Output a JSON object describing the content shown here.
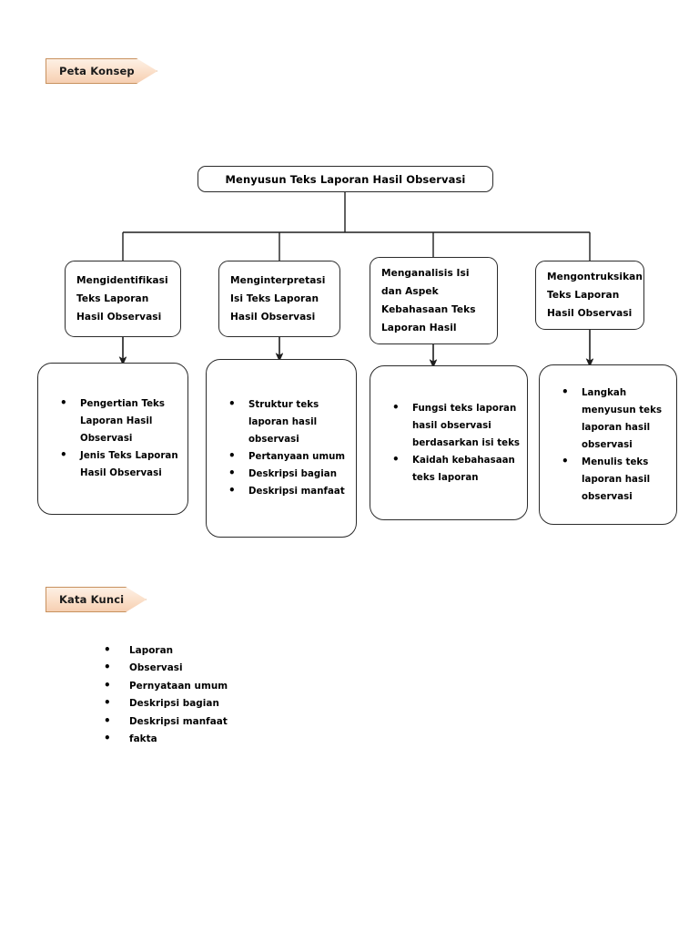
{
  "page": {
    "background": "#ffffff",
    "banner_fill": "#fbe1cc",
    "banner_border": "#c8915e",
    "node_border": "#2b2b2b"
  },
  "sections": {
    "concept_map_banner": "Peta Konsep",
    "keywords_banner": "Kata Kunci"
  },
  "chart_data": {
    "type": "diagram",
    "title": "Menyusun Teks Laporan Hasil Observasi",
    "layout": "top-down tree, one root, four branches, each branch with one detail box",
    "root": {
      "label": "Menyusun Teks Laporan Hasil Observasi"
    },
    "branches": [
      {
        "stage": "Mengidentifikasi Teks Laporan Hasil Observasi",
        "stage_lines": [
          "Mengidentifikasi",
          "Teks Laporan",
          "Hasil Observasi"
        ],
        "details": [
          "Pengertian Teks Laporan Hasil Observasi",
          "Jenis Teks Laporan Hasil Observasi"
        ]
      },
      {
        "stage": "Menginterpretasi Isi Teks Laporan Hasil Observasi",
        "stage_lines": [
          "Menginterpretasi",
          "Isi Teks Laporan",
          "Hasil Observasi"
        ],
        "details": [
          "Struktur teks laporan hasil observasi",
          "Pertanyaan umum",
          "Deskripsi bagian",
          "Deskripsi manfaat"
        ]
      },
      {
        "stage": "Menganalisis Isi dan Aspek Kebahasaan Teks Laporan Hasil",
        "stage_lines": [
          "Menganalisis Isi",
          "dan Aspek",
          "Kebahasaan Teks",
          "Laporan Hasil"
        ],
        "details": [
          "Fungsi teks laporan hasil observasi berdasarkan isi teks",
          "Kaidah kebahasaan teks laporan"
        ]
      },
      {
        "stage": "Mengontruksikan Teks Laporan Hasil Observasi",
        "stage_lines": [
          "Mengontruksikan",
          "Teks Laporan",
          "Hasil Observasi"
        ],
        "details": [
          "Langkah menyusun teks laporan hasil observasi",
          "Menulis teks laporan hasil observasi"
        ]
      }
    ]
  },
  "keywords": [
    "Laporan",
    "Observasi",
    "Pernyataan umum",
    "Deskripsi bagian",
    "Deskripsi manfaat",
    "fakta"
  ]
}
